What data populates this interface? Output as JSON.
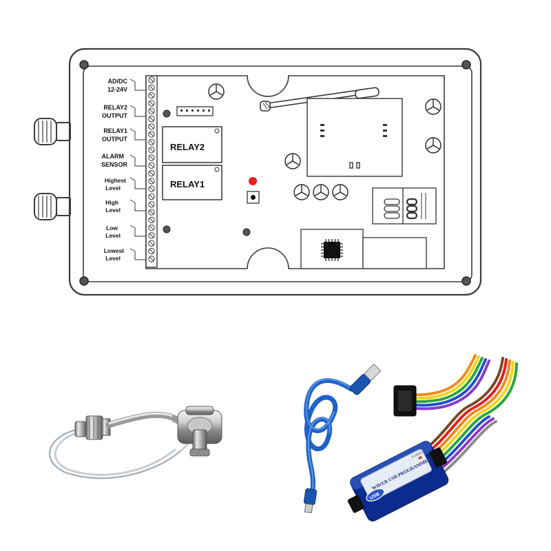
{
  "terminals": [
    {
      "line1": "AD/DC",
      "line2": "12-24V"
    },
    {
      "line1": "RELAY2",
      "line2": "OUTPUT"
    },
    {
      "line1": "RELAY1",
      "line2": "OUTPUT"
    },
    {
      "line1": "ALARM",
      "line2": "SENSOR"
    },
    {
      "line1": "Highest",
      "line2": "Level"
    },
    {
      "line1": "High",
      "line2": "Level"
    },
    {
      "line1": "Low",
      "line2": "Level"
    },
    {
      "line1": "Lowest",
      "line2": "Level"
    }
  ],
  "relays": {
    "relay2": "RELAY2",
    "relay1": "RELAY1"
  },
  "programmer": {
    "brand": "USB",
    "name": "WAVER USB PROGRAMMER",
    "power": "POWER"
  },
  "colors": {
    "outline": "#3a3a3a",
    "led": "#ee1c1c",
    "cable_blue": "#1f63c6",
    "programmer_body": "#0b2c8c"
  }
}
